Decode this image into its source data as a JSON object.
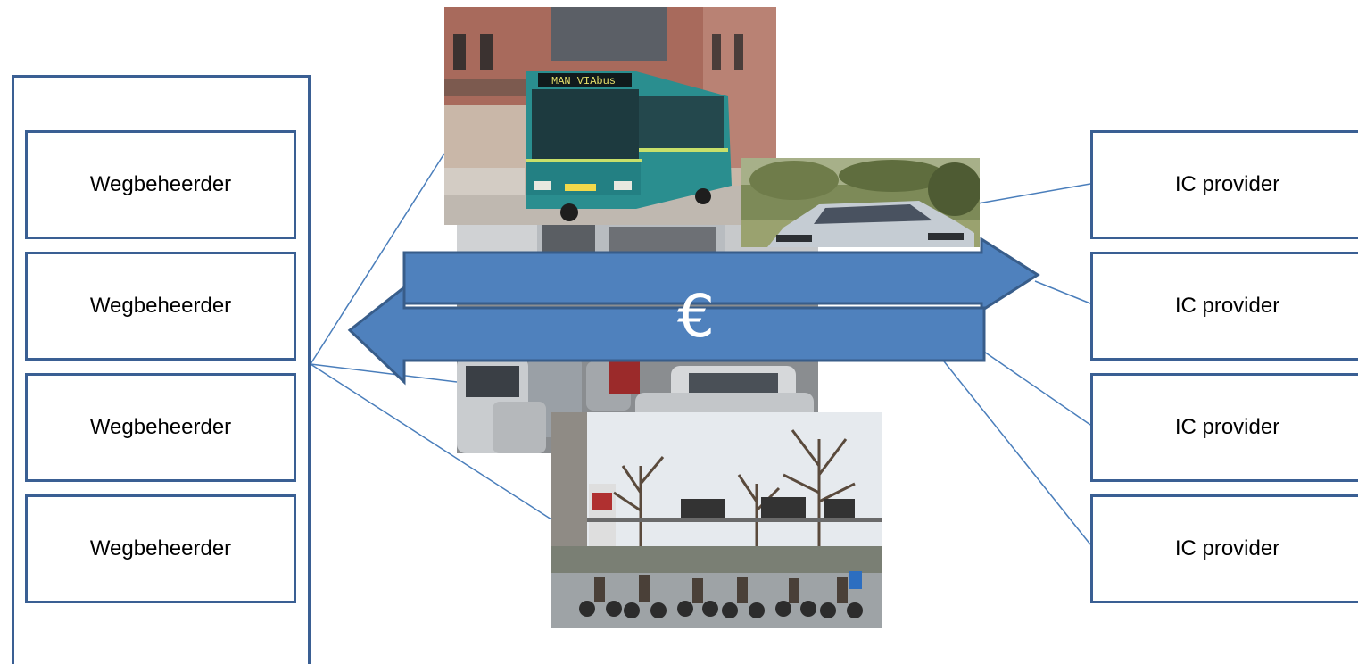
{
  "left_column": {
    "items": [
      {
        "label": "Wegbeheerder"
      },
      {
        "label": "Wegbeheerder"
      },
      {
        "label": "Wegbeheerder"
      },
      {
        "label": "Wegbeheerder"
      }
    ]
  },
  "right_column": {
    "items": [
      {
        "label": "IC provider"
      },
      {
        "label": "IC provider"
      },
      {
        "label": "IC provider"
      },
      {
        "label": "IC provider"
      }
    ]
  },
  "center": {
    "currency_symbol": "€",
    "bus_display": "MAN VIAbus"
  },
  "colors": {
    "box_border": "#3a5f93",
    "arrow_fill": "#4f81bd",
    "arrow_stroke": "#385d8a",
    "line": "#4a7ebb"
  },
  "photos": [
    {
      "icon": "bus-at-station-photo"
    },
    {
      "icon": "silver-car-photo"
    },
    {
      "icon": "traffic-jam-photo"
    },
    {
      "icon": "cyclists-crossing-photo"
    }
  ]
}
